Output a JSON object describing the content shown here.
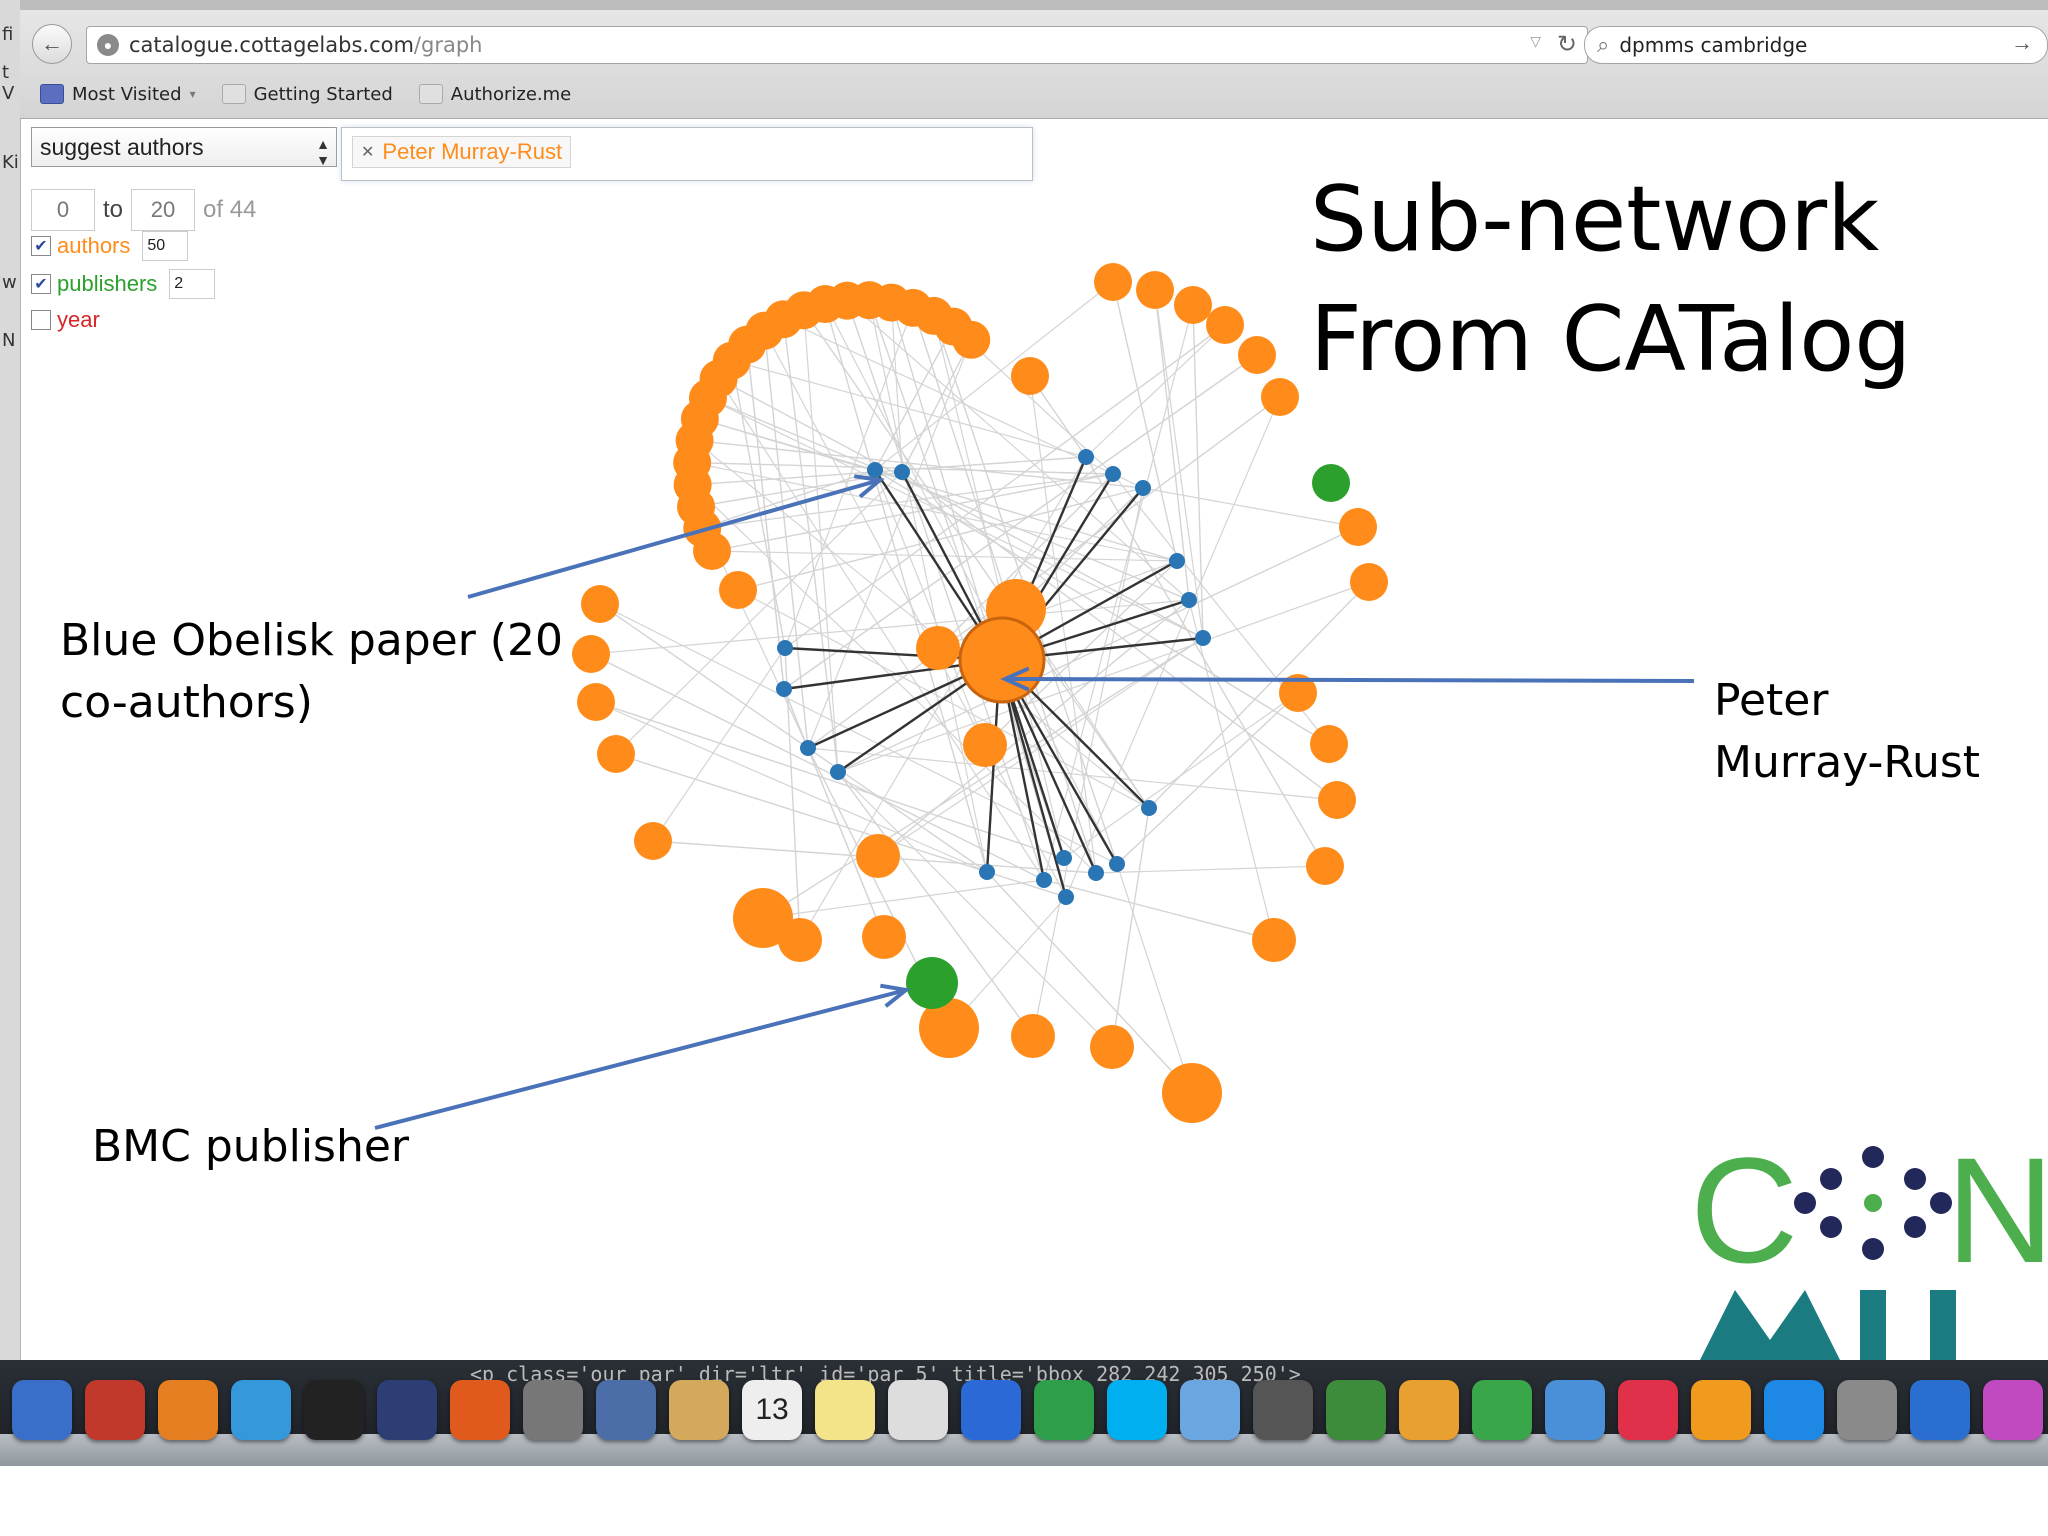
{
  "browser": {
    "url_host": "catalogue.cottagelabs.com",
    "url_path": "/graph",
    "search_query": "dpmms cambridge",
    "bookmarks": [
      "Most Visited",
      "Getting Started",
      "Authorize.me"
    ],
    "left_strip_chars": [
      "fi",
      "t V",
      "Ki",
      "w",
      "N"
    ]
  },
  "app": {
    "mode_select": "suggest authors",
    "token": "Peter Murray-Rust",
    "range_from": "0",
    "range_to_label": "to",
    "range_to": "20",
    "total": "of 44",
    "facets": [
      {
        "label": "authors",
        "checked": true,
        "count": "50",
        "color": "#ff8c1a"
      },
      {
        "label": "publishers",
        "checked": true,
        "count": "2",
        "color": "#2ca02c"
      },
      {
        "label": "year",
        "checked": false,
        "count": "",
        "color": "#d62728"
      }
    ]
  },
  "slide": {
    "title_line1": "Sub-network",
    "title_line2": "From CATalog",
    "annotation_blue_obelisk_line1": "Blue Obelisk paper (20",
    "annotation_blue_obelisk_line2": "co-authors)",
    "annotation_peter_line1": "Peter",
    "annotation_peter_line2": "Murray-Rust",
    "annotation_bmc": "BMC publisher",
    "logo_letters": "C N MU",
    "arrow_color": "#4a72b8"
  },
  "graph": {
    "colors": {
      "author": "#ff8c1a",
      "paper": "#2a75b3",
      "publisher": "#2ca02c",
      "edge": "#d4d4d4",
      "edge_dark": "#333333"
    },
    "node_counts": {
      "authors_shown": "50",
      "publishers_shown": "2"
    }
  },
  "dock": {
    "code_text": "<p class='our_par' dir='ltr' id='par_5' title='bbox 282 242 305 250'>",
    "calendar_date": "13",
    "icon_names": [
      "finder-icon",
      "acrobat-icon",
      "firefox-icon",
      "safari-icon",
      "terminal-icon",
      "eclipse-icon",
      "powerpoint-icon",
      "rocket-icon",
      "preview-icon",
      "mail-icon",
      "calendar-icon",
      "stickies-icon",
      "textedit-icon",
      "word-icon",
      "excel-icon",
      "skype-icon",
      "messages-icon",
      "facetime-icon",
      "photo-icon",
      "pages-icon",
      "numbers-icon",
      "keynote-icon",
      "itunes-icon",
      "ibooks-icon",
      "appstore-icon",
      "preferences-icon",
      "quicktime-icon",
      "flower-icon"
    ]
  }
}
